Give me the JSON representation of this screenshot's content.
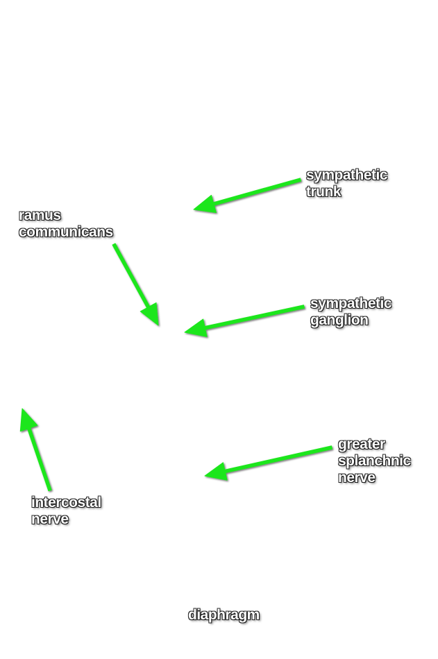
{
  "labels": {
    "sympathetic_trunk": [
      "sympathetic",
      "trunk"
    ],
    "ramus_communicans": [
      "ramus",
      "communicans"
    ],
    "sympathetic_ganglion": [
      "sympathetic",
      "ganglion"
    ],
    "greater_splanchnic_nerve": [
      "greater",
      "splanchnic",
      "nerve"
    ],
    "intercostal_nerve": [
      "intercostal",
      "nerve"
    ],
    "diaphragm": [
      "diaphragm"
    ]
  },
  "colors": {
    "arrow": "#1fe61f",
    "label_text": "#ffffff",
    "label_outline": "#000000",
    "background": "#ffffff"
  }
}
